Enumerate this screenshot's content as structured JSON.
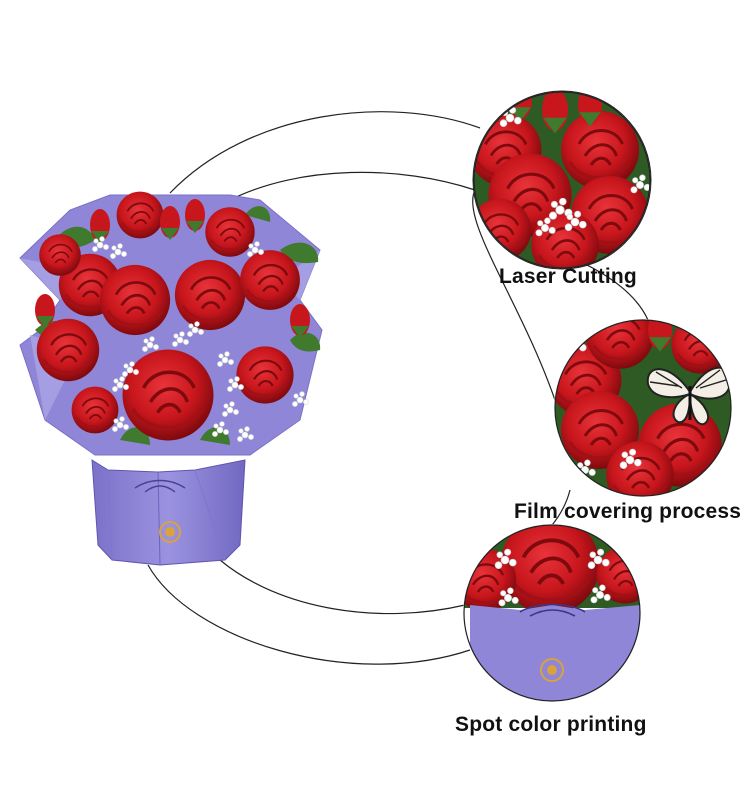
{
  "features": [
    {
      "label": "Laser Cutting",
      "icon": "laser-cutting-closeup"
    },
    {
      "label": "Film covering process",
      "icon": "film-covering-closeup"
    },
    {
      "label": "Spot color printing",
      "icon": "spot-color-printing-closeup"
    }
  ],
  "colors": {
    "rose": "#c8161d",
    "rose_dark": "#8e0c10",
    "pot": "#8f86d8",
    "pot_dark": "#6e64bd",
    "leaf": "#3f7a2e",
    "line": "#222222",
    "gold": "#d9a23c"
  }
}
